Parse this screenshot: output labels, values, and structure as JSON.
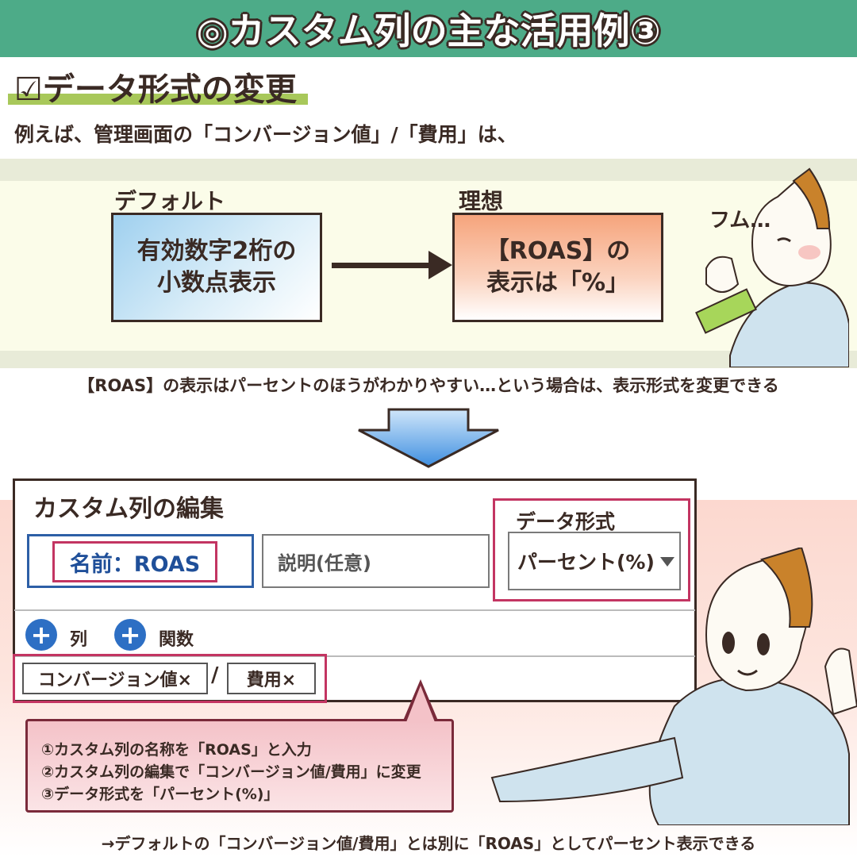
{
  "header": {
    "title": "◎カスタム列の主な活用例③"
  },
  "section": {
    "title": "☑データ形式の変更"
  },
  "intro": "例えば、管理画面の「コンバージョン値」/「費用」は、",
  "comparison": {
    "default_label": "デフォルト",
    "default_line1": "有効数字2桁の",
    "default_line2": "小数点表示",
    "ideal_label": "理想",
    "ideal_line1": "【ROAS】の",
    "ideal_line2": "表示は「%」"
  },
  "explanation": "【ROAS】の表示はパーセントのほうがわかりやすい…という場合は、表示形式を変更できる",
  "dialog": {
    "title": "カスタム列の編集",
    "name_value": "名前：ROAS",
    "description_placeholder": "説明(任意)",
    "format_label": "データ形式",
    "format_value": "パーセント(%)",
    "add_column_label": "列",
    "add_function_label": "関数",
    "chip_conversion": "コンバージョン値×",
    "operator": "/",
    "chip_cost": "費用×"
  },
  "steps": [
    "①カスタム列の名称を「ROAS」と入力",
    "②カスタム列の編集で「コンバージョン値/費用」に変更",
    "③データ形式を「パーセント(%)」"
  ],
  "footer": "→デフォルトの「コンバージョン値/費用」とは別に「ROAS」としてパーセント表示できる",
  "colors": {
    "header_green": "#4dab88",
    "highlight_pink": "#c33562",
    "accent_blue": "#2d6fc4",
    "underline_green": "#a8c85a"
  }
}
